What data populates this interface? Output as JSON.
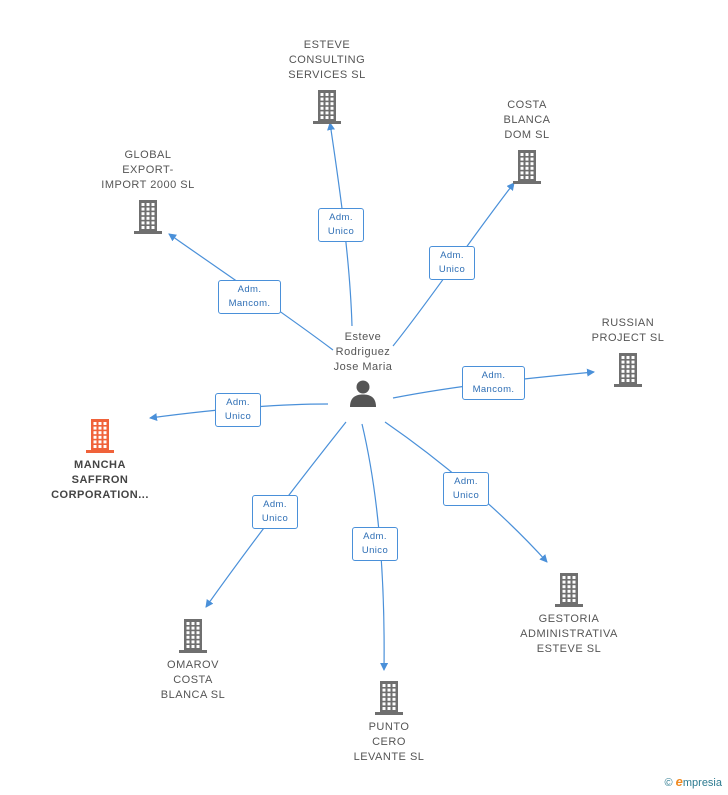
{
  "center": {
    "label": "Esteve\nRodriguez\nJose Maria"
  },
  "nodes": [
    {
      "key": "esteve_consulting",
      "label": "ESTEVE\nCONSULTING\nSERVICES SL",
      "highlight": false
    },
    {
      "key": "costa_blanca_dom",
      "label": "COSTA\nBLANCA\nDOM SL",
      "highlight": false
    },
    {
      "key": "global_export",
      "label": "GLOBAL\nEXPORT-\nIMPORT 2000 SL",
      "highlight": false
    },
    {
      "key": "russian_project",
      "label": "RUSSIAN\nPROJECT SL",
      "highlight": false
    },
    {
      "key": "mancha_saffron",
      "label": "MANCHA\nSAFFRON\nCORPORATION...",
      "highlight": true
    },
    {
      "key": "gestoria",
      "label": "GESTORIA\nADMINISTRATIVA\nESTEVE SL",
      "highlight": false
    },
    {
      "key": "omarov",
      "label": "OMAROV\nCOSTA\nBLANCA SL",
      "highlight": false
    },
    {
      "key": "punto_cero",
      "label": "PUNTO\nCERO\nLEVANTE SL",
      "highlight": false
    }
  ],
  "edges": [
    {
      "to": "esteve_consulting",
      "label": "Adm.\nUnico"
    },
    {
      "to": "costa_blanca_dom",
      "label": "Adm.\nUnico"
    },
    {
      "to": "global_export",
      "label": "Adm.\nMancom."
    },
    {
      "to": "russian_project",
      "label": "Adm.\nMancom."
    },
    {
      "to": "mancha_saffron",
      "label": "Adm.\nUnico"
    },
    {
      "to": "gestoria",
      "label": "Adm.\nUnico"
    },
    {
      "to": "omarov",
      "label": "Adm.\nUnico"
    },
    {
      "to": "punto_cero",
      "label": "Adm.\nUnico"
    }
  ],
  "colors": {
    "edge": "#4a90d9",
    "building": "#6f6f6f",
    "building_highlight": "#f0623a",
    "person": "#555555"
  },
  "icons": {
    "building": "building-icon",
    "person": "person-icon"
  },
  "footer": {
    "copyright": "©",
    "brand_initial": "e",
    "brand_rest": "mpresia"
  }
}
